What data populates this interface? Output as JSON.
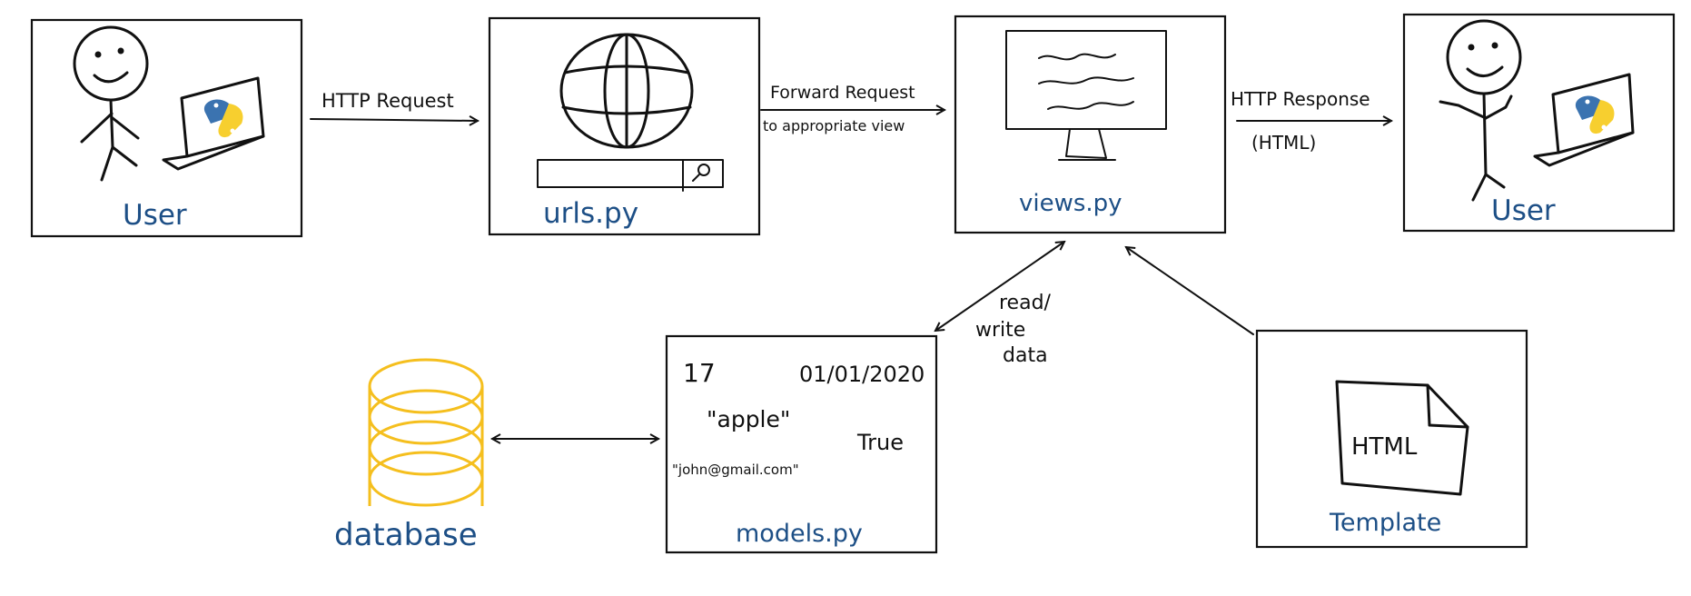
{
  "nodes": {
    "user_left": {
      "label": "User"
    },
    "urls": {
      "label": "urls.py"
    },
    "views": {
      "label": "views.py"
    },
    "user_right": {
      "label": "User"
    },
    "database": {
      "label": "database"
    },
    "models": {
      "label": "models.py",
      "values": [
        "17",
        "01/01/2020",
        "\"apple\"",
        "True",
        "\"john@gmail.com\""
      ]
    },
    "template": {
      "label": "Template",
      "doc_text": "HTML"
    }
  },
  "edges": {
    "http_request": {
      "label": "HTTP Request"
    },
    "forward": {
      "line1": "Forward Request",
      "line2": "to appropriate view"
    },
    "http_response": {
      "line1": "HTTP Response",
      "line2": "(HTML)"
    },
    "read_write": {
      "line1": "read/",
      "line2": "write",
      "line3": "data"
    }
  },
  "colors": {
    "label_blue": "#1d4f86",
    "database_yellow": "#f5bf1e",
    "python_blue": "#3b73b0",
    "python_yellow": "#f7cf2f",
    "ink": "#111111"
  },
  "icons": [
    "stick-figure-icon",
    "laptop-python-icon",
    "globe-icon",
    "search-icon",
    "monitor-icon",
    "database-icon",
    "html-document-icon"
  ]
}
